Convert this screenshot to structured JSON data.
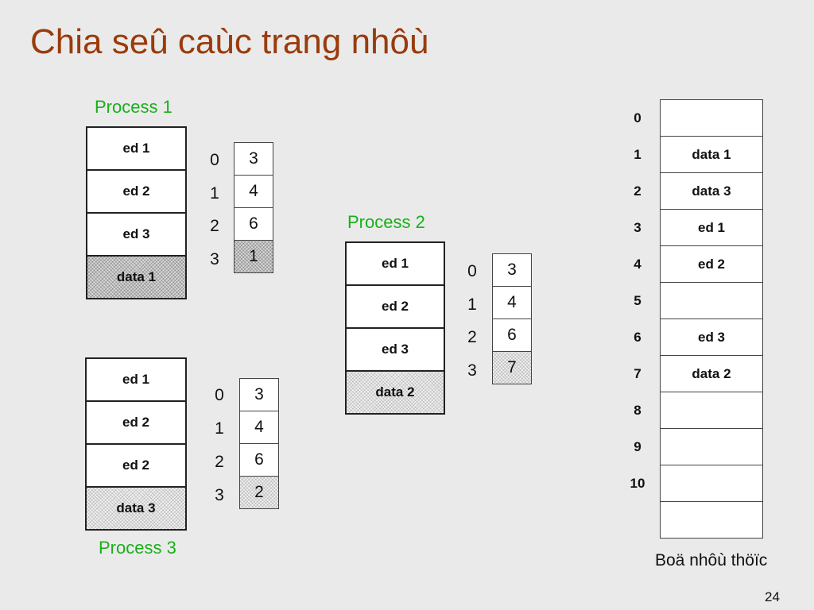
{
  "title": "Chia seû caùc trang nhôù",
  "processes": [
    {
      "label": "Process 1",
      "segments": [
        {
          "name": "ed 1",
          "fill": "none"
        },
        {
          "name": "ed 2",
          "fill": "none"
        },
        {
          "name": "ed 3",
          "fill": "none"
        },
        {
          "name": "data 1",
          "fill": "dark"
        }
      ],
      "page_table": {
        "indices": [
          "0",
          "1",
          "2",
          "3"
        ],
        "frames": [
          {
            "value": "3",
            "fill": "none"
          },
          {
            "value": "4",
            "fill": "none"
          },
          {
            "value": "6",
            "fill": "none"
          },
          {
            "value": "1",
            "fill": "dark"
          }
        ]
      }
    },
    {
      "label": "Process 2",
      "segments": [
        {
          "name": "ed 1",
          "fill": "none"
        },
        {
          "name": "ed 2",
          "fill": "none"
        },
        {
          "name": "ed 3",
          "fill": "none"
        },
        {
          "name": "data 2",
          "fill": "light"
        }
      ],
      "page_table": {
        "indices": [
          "0",
          "1",
          "2",
          "3"
        ],
        "frames": [
          {
            "value": "3",
            "fill": "none"
          },
          {
            "value": "4",
            "fill": "none"
          },
          {
            "value": "6",
            "fill": "none"
          },
          {
            "value": "7",
            "fill": "light"
          }
        ]
      }
    },
    {
      "label": "Process 3",
      "segments": [
        {
          "name": "ed 1",
          "fill": "none"
        },
        {
          "name": "ed 2",
          "fill": "none"
        },
        {
          "name": "ed 2",
          "fill": "none"
        },
        {
          "name": "data 3",
          "fill": "light"
        }
      ],
      "page_table": {
        "indices": [
          "0",
          "1",
          "2",
          "3"
        ],
        "frames": [
          {
            "value": "3",
            "fill": "none"
          },
          {
            "value": "4",
            "fill": "none"
          },
          {
            "value": "6",
            "fill": "none"
          },
          {
            "value": "2",
            "fill": "light"
          }
        ]
      }
    }
  ],
  "physical_memory": {
    "caption": "Boä nhôù thöïc",
    "frames": [
      {
        "index": "0",
        "content": "",
        "fill": "none"
      },
      {
        "index": "1",
        "content": "data 1",
        "fill": "dark"
      },
      {
        "index": "2",
        "content": "data 3",
        "fill": "light"
      },
      {
        "index": "3",
        "content": "ed 1",
        "fill": "none"
      },
      {
        "index": "4",
        "content": "ed 2",
        "fill": "none"
      },
      {
        "index": "5",
        "content": "",
        "fill": "none"
      },
      {
        "index": "6",
        "content": "ed 3",
        "fill": "none"
      },
      {
        "index": "7",
        "content": "data 2",
        "fill": "light"
      },
      {
        "index": "8",
        "content": "",
        "fill": "none"
      },
      {
        "index": "9",
        "content": "",
        "fill": "none"
      },
      {
        "index": "10",
        "content": "",
        "fill": "none"
      },
      {
        "index": "",
        "content": "",
        "fill": "none"
      }
    ]
  },
  "page_number": "24"
}
